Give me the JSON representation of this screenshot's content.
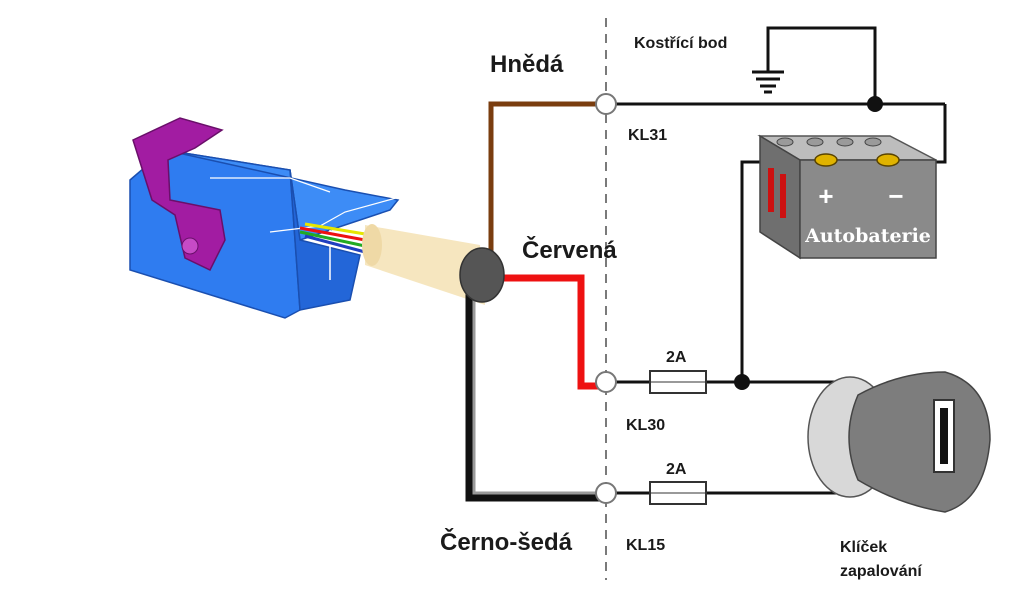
{
  "labels": {
    "wire_brown": "Hnědá",
    "wire_red": "Červená",
    "wire_blackgrey": "Černo-šedá",
    "ground_point": "Kostřící bod",
    "terminal_kl31": "KL31",
    "terminal_kl30": "KL30",
    "terminal_kl15": "KL15",
    "fuse_top": "2A",
    "fuse_bottom": "2A",
    "battery": "Autobaterie",
    "battery_plus": "+",
    "battery_minus": "−",
    "key_line1": "Klíček",
    "key_line2": "zapalování"
  },
  "colors": {
    "brown": "#7a3d0f",
    "red": "#ee1111",
    "black": "#111111",
    "grey": "#9a9a9a",
    "device_blue": "#2f7cf0",
    "device_purple": "#a21ca2",
    "cable_beige": "#f6e6bf",
    "battery_grey": "#8a8a8a",
    "key_grey": "#7d7d7d"
  }
}
